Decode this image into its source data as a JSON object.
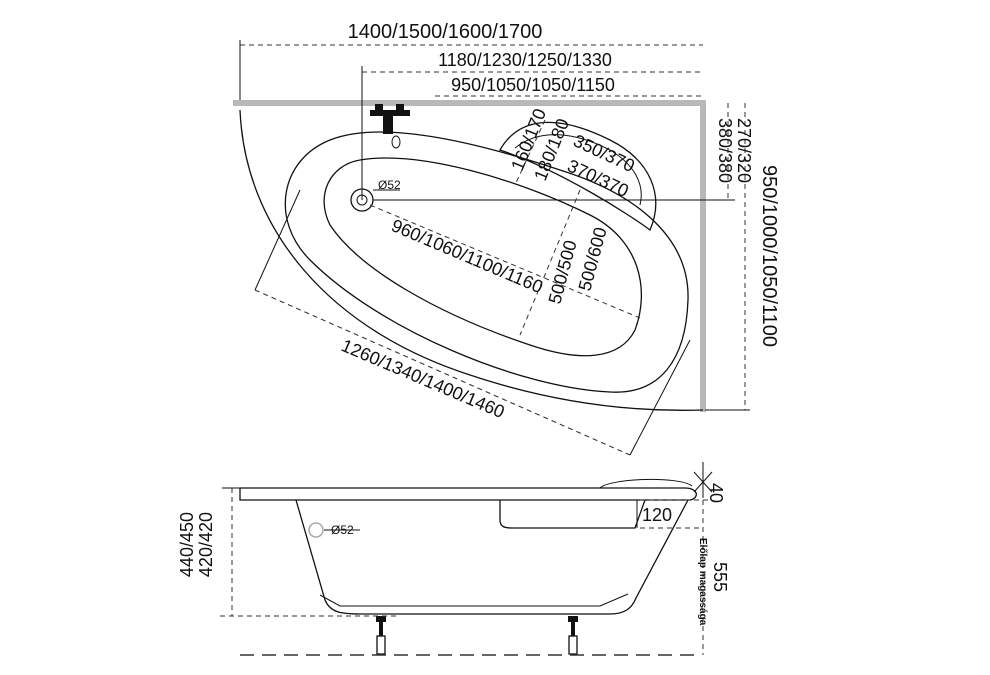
{
  "top_view": {
    "overall_width": "1400/1500/1600/1700",
    "drain_offset": "1180/1230/1250/1330",
    "inner_width": "950/1050/1050/1150",
    "headrest_depth": "270/320",
    "side_offset": "380/380",
    "overall_depth": "950/1000/1050/1100",
    "drain_diameter": "Ø52",
    "inner_length": "960/1060/1100/1160",
    "diag_length": "1260/1340/1400/1460",
    "inner_depth_1": "500/500",
    "inner_depth_2": "500/600",
    "angle_dim_1": "160/170",
    "angle_dim_2": "180/180",
    "angle_dim_3": "350/370",
    "angle_dim_4": "370/370"
  },
  "side_view": {
    "drain_diameter": "Ø52",
    "rim_height": "40",
    "step_height": "120",
    "total_height": "555",
    "height_left_1": "420/420",
    "height_left_2": "440/450",
    "panel_note": "Előlap magassága"
  }
}
